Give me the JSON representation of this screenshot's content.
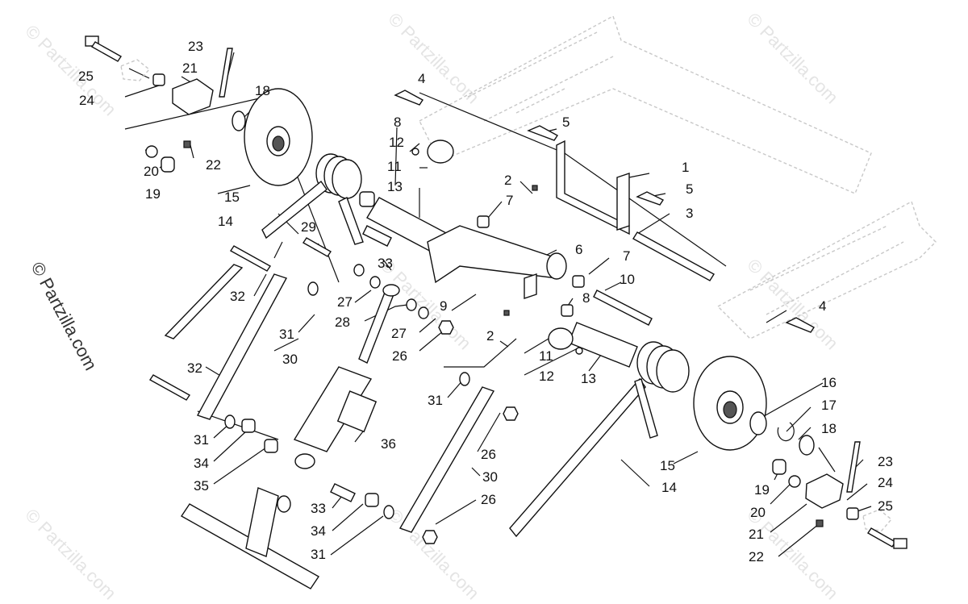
{
  "watermarks": [
    "© Partzilla.com",
    "© Partzilla.com",
    "© Partzilla.com",
    "© Partzilla.com",
    "© Partzilla.com",
    "© Partzilla.com",
    "© Partzilla.com",
    "© Partzilla.com"
  ],
  "side_watermark": "© Partzilla.com",
  "callouts": [
    {
      "num": "1"
    },
    {
      "num": "2"
    },
    {
      "num": "2"
    },
    {
      "num": "3"
    },
    {
      "num": "4"
    },
    {
      "num": "4"
    },
    {
      "num": "5"
    },
    {
      "num": "5"
    },
    {
      "num": "6"
    },
    {
      "num": "7"
    },
    {
      "num": "7"
    },
    {
      "num": "8"
    },
    {
      "num": "8"
    },
    {
      "num": "9"
    },
    {
      "num": "10"
    },
    {
      "num": "11"
    },
    {
      "num": "11"
    },
    {
      "num": "12"
    },
    {
      "num": "12"
    },
    {
      "num": "13"
    },
    {
      "num": "13"
    },
    {
      "num": "14"
    },
    {
      "num": "14"
    },
    {
      "num": "15"
    },
    {
      "num": "15"
    },
    {
      "num": "16"
    },
    {
      "num": "17"
    },
    {
      "num": "18"
    },
    {
      "num": "18"
    },
    {
      "num": "19"
    },
    {
      "num": "19"
    },
    {
      "num": "20"
    },
    {
      "num": "20"
    },
    {
      "num": "21"
    },
    {
      "num": "21"
    },
    {
      "num": "22"
    },
    {
      "num": "22"
    },
    {
      "num": "23"
    },
    {
      "num": "23"
    },
    {
      "num": "24"
    },
    {
      "num": "24"
    },
    {
      "num": "25"
    },
    {
      "num": "25"
    },
    {
      "num": "26"
    },
    {
      "num": "26"
    },
    {
      "num": "26"
    },
    {
      "num": "27"
    },
    {
      "num": "27"
    },
    {
      "num": "28"
    },
    {
      "num": "29"
    },
    {
      "num": "30"
    },
    {
      "num": "30"
    },
    {
      "num": "31"
    },
    {
      "num": "31"
    },
    {
      "num": "31"
    },
    {
      "num": "31"
    },
    {
      "num": "32"
    },
    {
      "num": "32"
    },
    {
      "num": "33"
    },
    {
      "num": "33"
    },
    {
      "num": "34"
    },
    {
      "num": "34"
    },
    {
      "num": "35"
    },
    {
      "num": "36"
    }
  ]
}
